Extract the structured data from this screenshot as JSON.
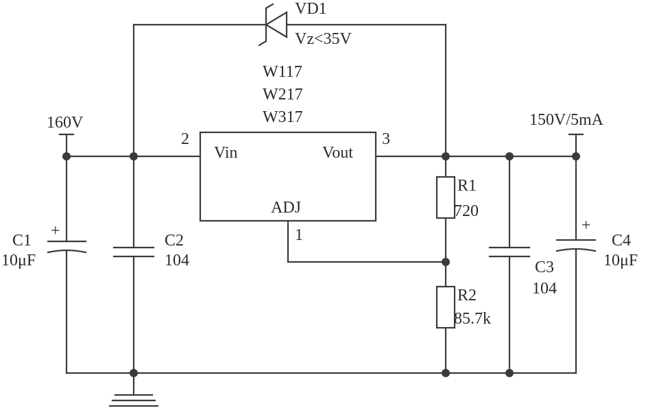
{
  "diode": {
    "name": "VD1",
    "spec": "Vz<35V"
  },
  "regulator": {
    "models": [
      "W117",
      "W217",
      "W317"
    ],
    "pin_in": "Vin",
    "pin_out": "Vout",
    "pin_adj": "ADJ",
    "pin_in_num": "2",
    "pin_out_num": "3",
    "pin_adj_num": "1"
  },
  "input": {
    "label": "160V"
  },
  "output": {
    "label": "150V/5mA"
  },
  "c1": {
    "name": "C1",
    "value": "10μF",
    "polarity": "+"
  },
  "c2": {
    "name": "C2",
    "value": "104"
  },
  "c3": {
    "name": "C3",
    "value": "104"
  },
  "c4": {
    "name": "C4",
    "value": "10μF",
    "polarity": "+"
  },
  "r1": {
    "name": "R1",
    "value": "720"
  },
  "r2": {
    "name": "R2",
    "value": "85.7k"
  },
  "colors": {
    "ink": "#3b3b3b",
    "background": "#ffffff"
  }
}
